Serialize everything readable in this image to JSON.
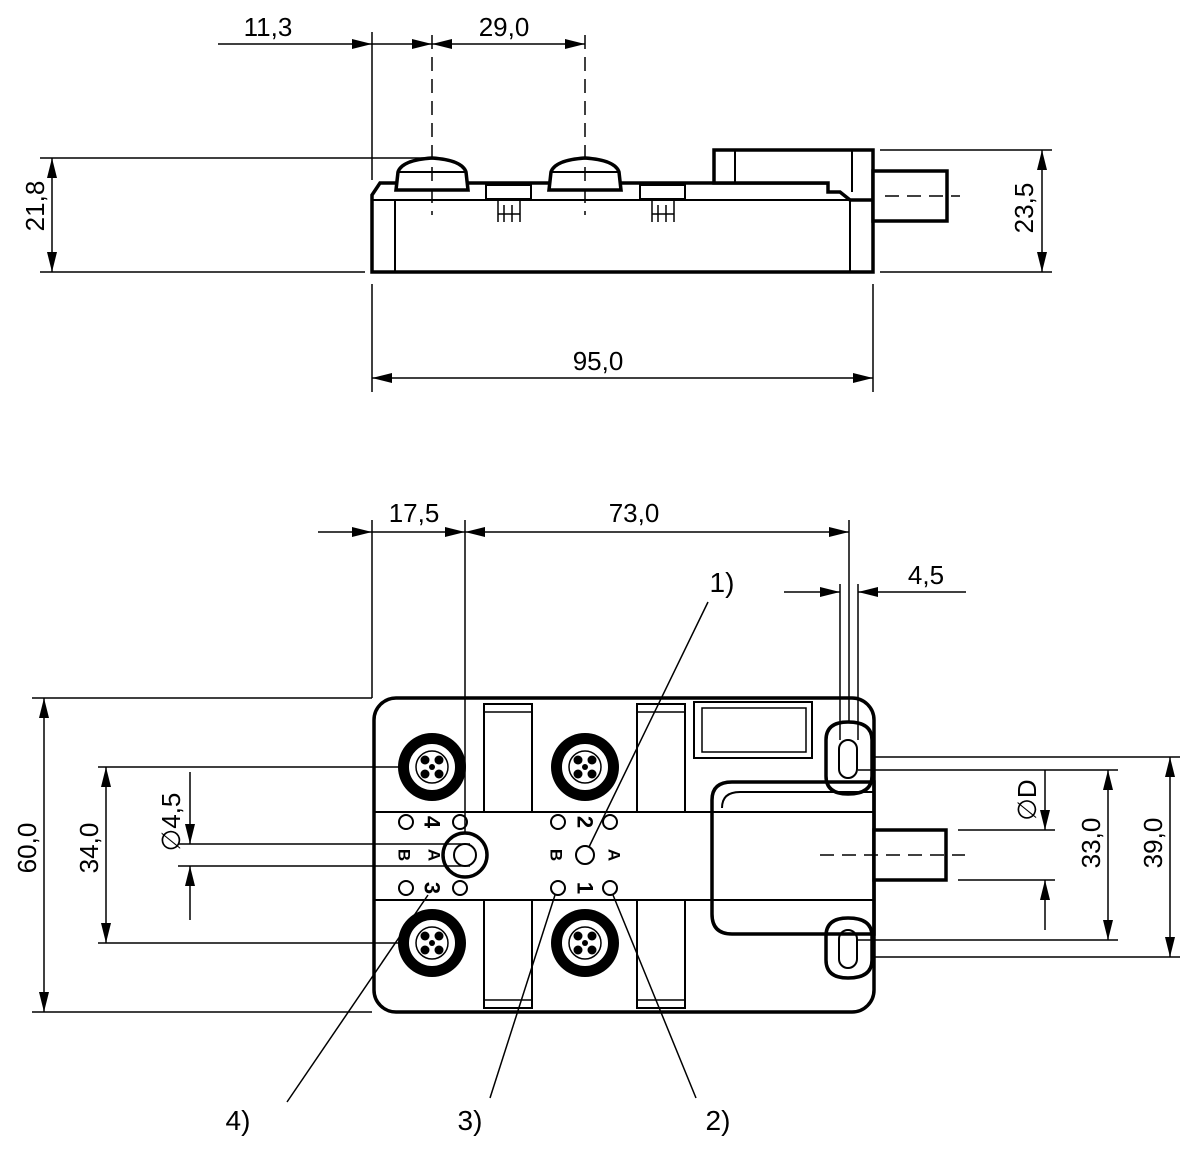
{
  "side_view": {
    "dims": {
      "offset_left": "11,3",
      "pitch": "29,0",
      "height_body": "21,8",
      "height_total": "23,5",
      "length": "95,0"
    }
  },
  "top_view": {
    "dims": {
      "offset_left": "17,5",
      "hole_spacing": "73,0",
      "slot_width": "4,5",
      "height": "60,0",
      "port_spacing": "34,0",
      "hole_diameter": "4,5",
      "cable_diameter": "D",
      "slot_spacing": "33,0",
      "mount_height": "39,0"
    },
    "ports": {
      "p1": "1",
      "p2": "2",
      "p3": "3",
      "p4": "4"
    },
    "led_letters": {
      "a": "A",
      "b": "B"
    },
    "callouts": {
      "c1": "1)",
      "c2": "2)",
      "c3": "3)",
      "c4": "4)"
    },
    "diameter_symbol": "∅"
  }
}
